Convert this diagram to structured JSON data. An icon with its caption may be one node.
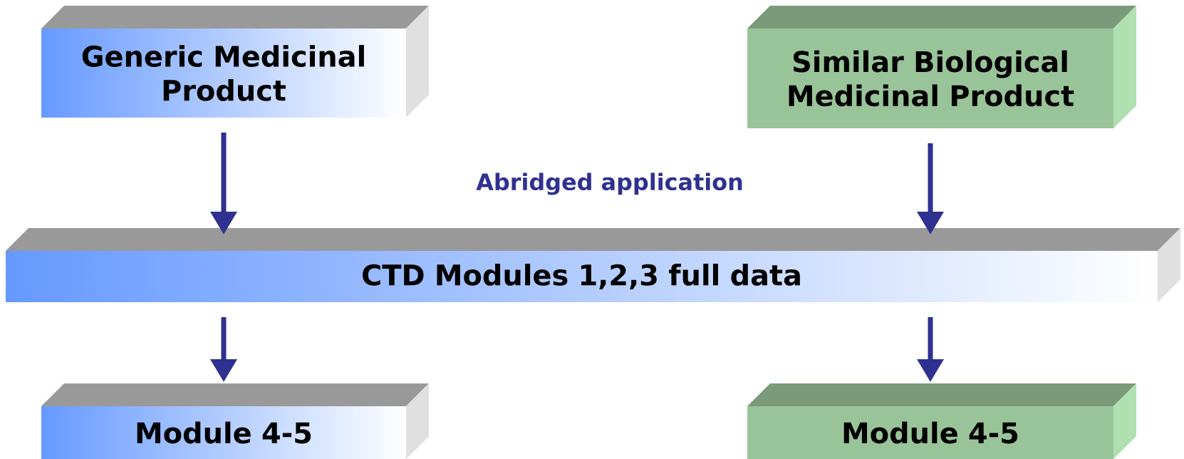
{
  "diagram": {
    "nodes": [
      {
        "text": [
          "Generic Medicinal Product"
        ]
      },
      {
        "text": [
          "Similar Biological Medicinal Product"
        ]
      },
      {
        "text": [
          "CTD Modules 1,2,3 full data"
        ]
      },
      {
        "text": [
          "Module 4-5"
        ]
      },
      {
        "text": [
          "Module 4-5"
        ]
      }
    ],
    "edges": [
      {
        "from": 0,
        "to": 2,
        "arrow": "to"
      },
      {
        "from": 1,
        "to": 2,
        "arrow": "to"
      },
      {
        "from": 2,
        "to": 3,
        "arrow": "to"
      },
      {
        "from": 2,
        "to": 4,
        "arrow": "to"
      }
    ],
    "labels": [
      "Abridged application"
    ]
  }
}
